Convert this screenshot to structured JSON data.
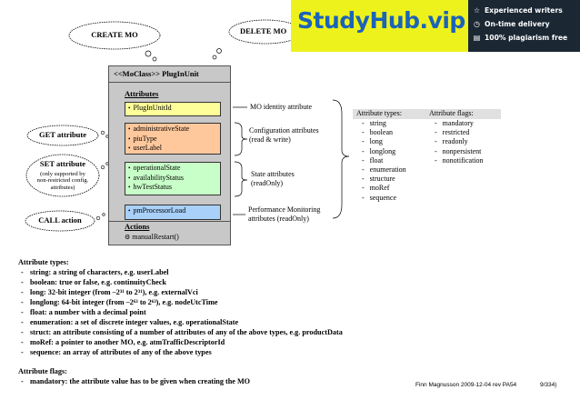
{
  "clouds": {
    "create": "CREATE MO",
    "delete": "DELETE MO",
    "get": "GET attribute",
    "set_title": "SET attribute",
    "set_note": "(only supported by non-restricted config. attributes)",
    "call": "CALL action"
  },
  "mo_class": {
    "title": "<<MoClass>> PlugInUnit",
    "attributes_heading": "Attributes",
    "identity": [
      "PlugInUnitId"
    ],
    "config": [
      "administrativeState",
      "piuType",
      "userLabel"
    ],
    "state": [
      "operationalState",
      "availabilityStatus",
      "hwTestStatus"
    ],
    "perf": [
      "pmProcessorLoad"
    ],
    "actions_heading": "Actions",
    "action": "manualRestart()"
  },
  "descriptions": {
    "identity": "MO identity attribute",
    "config_1": "Configuration attributes",
    "config_2": "(read & write)",
    "state_1": "State attributes",
    "state_2": "(readOnly)",
    "perf_1": "Performance Monitoring",
    "perf_2": "attributes (readOnly)"
  },
  "types_panel": {
    "types_header": "Attribute types:",
    "flags_header": "Attribute flags:",
    "types": [
      "string",
      "boolean",
      "long",
      "longlong",
      "float",
      "enumeration",
      "structure",
      "moRef",
      "sequence"
    ],
    "flags": [
      "mandatory",
      "restricted",
      "readonly",
      "nonpersistent",
      "nonotification"
    ]
  },
  "banner": {
    "logo": "StudyHub.vip",
    "features": [
      {
        "icon": "star-icon",
        "glyph": "☆",
        "text": "Experienced writers"
      },
      {
        "icon": "clock-icon",
        "glyph": "◷",
        "text": "On-time delivery"
      },
      {
        "icon": "document-icon",
        "glyph": "▤",
        "text": "100% plagiarism free"
      }
    ],
    "bg_color": "#1b2733",
    "logo_bg": "#eef21c",
    "logo_color": "#1b63b8"
  },
  "bottom": {
    "types_heading": "Attribute types:",
    "types_items": [
      "string: a string of characters, e.g. userLabel",
      "boolean: true or false, e.g. continuityCheck",
      "long: 32-bit integer (from –2³¹ to 2³¹), e.g. externalVci",
      "longlong: 64-bit integer (from –2⁶³ to 2⁶³), e.g. nodeUtcTime",
      "float: a number with a decimal point",
      "enumeration: a set of discrete integer values, e.g. operationalState",
      "struct: an attribute consisting of a number of attributes of any of the above types, e.g. productData",
      "moRef: a pointer to another MO, e.g. atmTrafficDescriptorId",
      "sequence: an array of attributes of any of the above types"
    ],
    "flags_heading": "Attribute flags:",
    "flags_items": [
      "mandatory: the attribute value has to be given when creating the  MO"
    ]
  },
  "footer": {
    "author": "Finn Magnusson 2009-12-04 rev PA54",
    "page": "9/334)"
  }
}
